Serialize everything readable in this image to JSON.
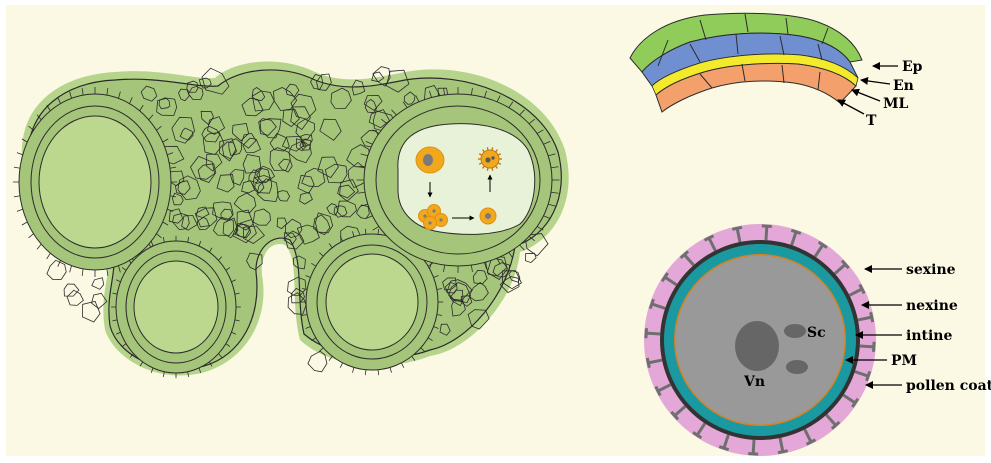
{
  "colors": {
    "background": "#fbf8e4",
    "tissue_fill": "#a5c57a",
    "tissue_halo": "#b7d48c",
    "locule_fill": "#bcd88f",
    "cavity_fill": "#e8f2d8",
    "cell_outline": "#2b2b2b",
    "epidermis": "#8fcc5a",
    "endothecium": "#6f8fd0",
    "middle_layer": "#f2ea2a",
    "tapetum": "#f4a06c",
    "pollen_coat": "#e3a8d8",
    "sexine_spine": "#6f6f6f",
    "nexine": "#333333",
    "intine": "#1a9aa0",
    "plasma_membrane": "#d9821f",
    "cytoplasm": "#999999",
    "nucleus": "#666666",
    "microspore": "#f2a81d"
  },
  "wall_layers": {
    "labels": [
      {
        "key": "epidermis",
        "text": "Ep"
      },
      {
        "key": "endothecium",
        "text": "En"
      },
      {
        "key": "middle_layer",
        "text": "ML"
      },
      {
        "key": "tapetum",
        "text": "T"
      }
    ]
  },
  "pollen_grain": {
    "outer_labels": [
      {
        "key": "sexine",
        "text": "sexine"
      },
      {
        "key": "nexine",
        "text": "nexine"
      },
      {
        "key": "intine",
        "text": "intine"
      },
      {
        "key": "plasma_membrane",
        "text": "PM"
      },
      {
        "key": "pollen_coat",
        "text": "pollen coat"
      }
    ],
    "nuclei": [
      {
        "key": "sperm_cell",
        "text": "Sc"
      },
      {
        "key": "vegetative_nucleus",
        "text": "Vn"
      }
    ]
  },
  "development_stages": [
    "microspore-mother-cell",
    "tetrad",
    "free-microspore",
    "pollen-grain"
  ]
}
